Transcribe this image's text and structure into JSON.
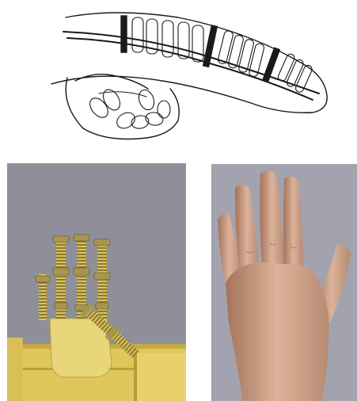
{
  "figure": {
    "panels": [
      {
        "id": "sketch",
        "kind": "line-drawing",
        "subject": "finger-tendon-linkage"
      },
      {
        "id": "robot",
        "kind": "photo-render",
        "subject": "wooden-robotic-hand-with-springs"
      },
      {
        "id": "photo",
        "kind": "photo",
        "subject": "human-hand"
      }
    ],
    "colors": {
      "background": "#ffffff",
      "ink": "#1a1a1a",
      "robot_backdrop": "#8e8f99",
      "wood": "#e6d27a",
      "spring": "#c9b24a",
      "photo_backdrop": "#a3a2af",
      "skin": "#d2a58c"
    }
  }
}
